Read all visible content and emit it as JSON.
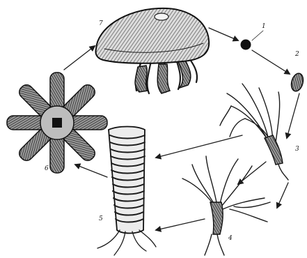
{
  "figure": {
    "stage_labels": {
      "medusa": "7",
      "egg": "1",
      "planula": "2",
      "polyp_a": "3",
      "polyp_b": "4",
      "strobila": "5",
      "ephyra": "6"
    }
  },
  "icons": {
    "medusa": "medusa-icon",
    "egg": "egg-icon",
    "planula": "planula-icon",
    "polyp": "polyp-icon",
    "strobila": "strobila-icon",
    "ephyra": "ephyra-icon",
    "arrow": "arrow-icon"
  }
}
